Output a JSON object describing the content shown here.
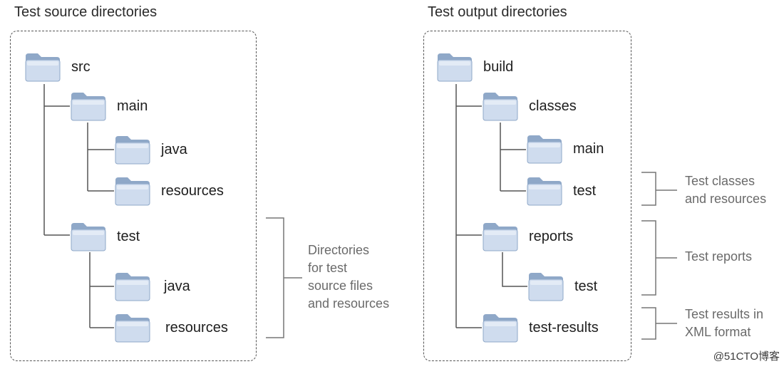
{
  "source": {
    "title": "Test source directories",
    "folders": {
      "src": "src",
      "main": "main",
      "main_java": "java",
      "main_resources": "resources",
      "test": "test",
      "test_java": "java",
      "test_resources": "resources"
    },
    "annotation": [
      "Directories",
      "for test",
      "source files",
      "and resources"
    ]
  },
  "output": {
    "title": "Test output directories",
    "folders": {
      "build": "build",
      "classes": "classes",
      "classes_main": "main",
      "classes_test": "test",
      "reports": "reports",
      "reports_test": "test",
      "test_results": "test-results"
    },
    "annotations": {
      "classes": [
        "Test classes",
        "and resources"
      ],
      "reports": [
        "Test reports"
      ],
      "results": [
        "Test results in",
        "XML format"
      ]
    }
  },
  "watermark": "@51CTO博客",
  "colors": {
    "folder_light": "#cfdcee",
    "folder_dark": "#8fa8c8",
    "tree_line": "#555555",
    "bracket_line": "#777777",
    "annotation_text": "#6a6a6a"
  }
}
